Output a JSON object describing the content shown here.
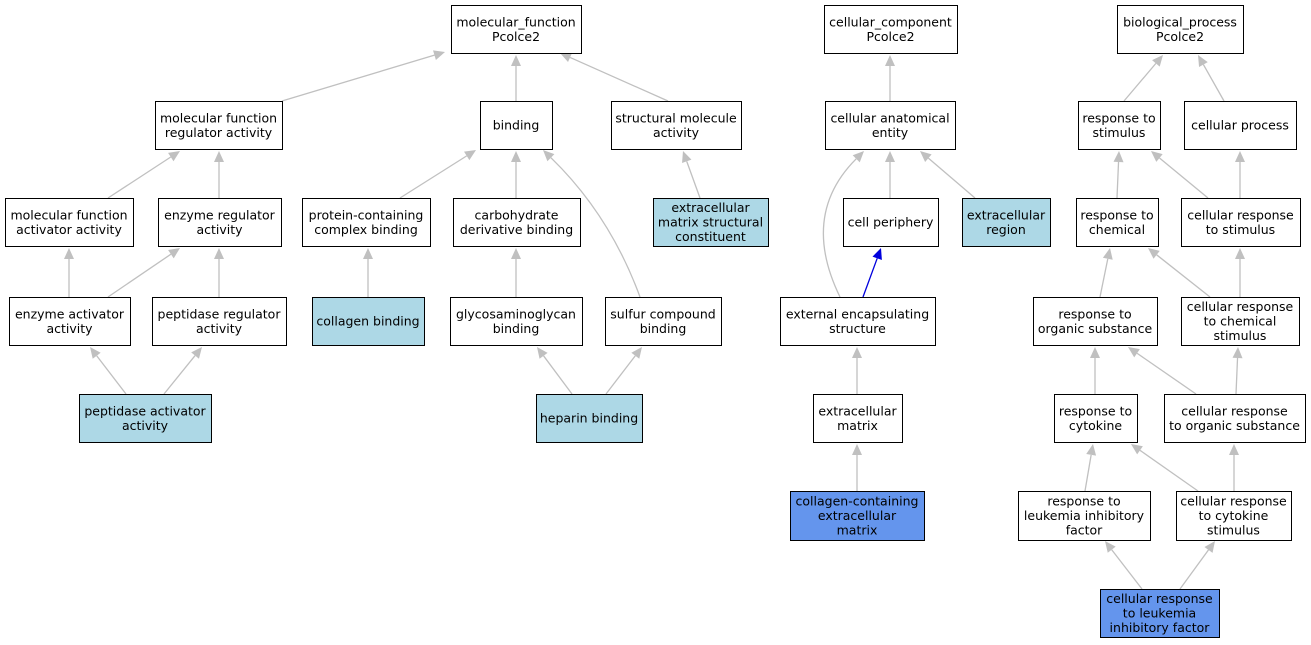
{
  "colors": {
    "default": "#ffffff",
    "light": "#add8e6",
    "highlight": "#6495ed",
    "edge": "#c0c0c0",
    "edge_blue": "#0000dd"
  },
  "nodes": {
    "mf": {
      "lines": [
        "molecular_function",
        "Pcolce2"
      ],
      "fill": "default"
    },
    "mfra": {
      "lines": [
        "molecular function",
        "regulator activity"
      ],
      "fill": "default"
    },
    "binding": {
      "lines": [
        "binding"
      ],
      "fill": "default"
    },
    "sma": {
      "lines": [
        "structural molecule",
        "activity"
      ],
      "fill": "default"
    },
    "mfaa": {
      "lines": [
        "molecular function",
        "activator activity"
      ],
      "fill": "default"
    },
    "era": {
      "lines": [
        "enzyme regulator",
        "activity"
      ],
      "fill": "default"
    },
    "pcb": {
      "lines": [
        "protein-containing",
        "complex binding"
      ],
      "fill": "default"
    },
    "cdb": {
      "lines": [
        "carbohydrate",
        "derivative binding"
      ],
      "fill": "default"
    },
    "emsc": {
      "lines": [
        "extracellular",
        "matrix structural",
        "constituent"
      ],
      "fill": "light"
    },
    "eaa": {
      "lines": [
        "enzyme activator",
        "activity"
      ],
      "fill": "default"
    },
    "pra": {
      "lines": [
        "peptidase regulator",
        "activity"
      ],
      "fill": "default"
    },
    "colb": {
      "lines": [
        "collagen binding"
      ],
      "fill": "light"
    },
    "gagb": {
      "lines": [
        "glycosaminoglycan",
        "binding"
      ],
      "fill": "default"
    },
    "scb": {
      "lines": [
        "sulfur compound",
        "binding"
      ],
      "fill": "default"
    },
    "paa": {
      "lines": [
        "peptidase activator",
        "activity"
      ],
      "fill": "light"
    },
    "hep": {
      "lines": [
        "heparin binding"
      ],
      "fill": "light"
    },
    "cc": {
      "lines": [
        "cellular_component",
        "Pcolce2"
      ],
      "fill": "default"
    },
    "cae": {
      "lines": [
        "cellular anatomical",
        "entity"
      ],
      "fill": "default"
    },
    "cp": {
      "lines": [
        "cell periphery"
      ],
      "fill": "default"
    },
    "er": {
      "lines": [
        "extracellular",
        "region"
      ],
      "fill": "light"
    },
    "ees": {
      "lines": [
        "external encapsulating",
        "structure"
      ],
      "fill": "default"
    },
    "em": {
      "lines": [
        "extracellular",
        "matrix"
      ],
      "fill": "default"
    },
    "ccem": {
      "lines": [
        "collagen-containing",
        "extracellular",
        "matrix"
      ],
      "fill": "highlight"
    },
    "bp": {
      "lines": [
        "biological_process",
        "Pcolce2"
      ],
      "fill": "default"
    },
    "rts": {
      "lines": [
        "response to",
        "stimulus"
      ],
      "fill": "default"
    },
    "cproc": {
      "lines": [
        "cellular process"
      ],
      "fill": "default"
    },
    "rtc": {
      "lines": [
        "response to",
        "chemical"
      ],
      "fill": "default"
    },
    "crts": {
      "lines": [
        "cellular response",
        "to stimulus"
      ],
      "fill": "default"
    },
    "rtos": {
      "lines": [
        "response to",
        "organic substance"
      ],
      "fill": "default"
    },
    "crtcs": {
      "lines": [
        "cellular response",
        "to chemical",
        "stimulus"
      ],
      "fill": "default"
    },
    "rtcy": {
      "lines": [
        "response to",
        "cytokine"
      ],
      "fill": "default"
    },
    "crtos": {
      "lines": [
        "cellular response",
        "to organic substance"
      ],
      "fill": "default"
    },
    "rtlif": {
      "lines": [
        "response to",
        "leukemia inhibitory",
        "factor"
      ],
      "fill": "default"
    },
    "crtcys": {
      "lines": [
        "cellular response",
        "to cytokine",
        "stimulus"
      ],
      "fill": "default"
    },
    "crtlif": {
      "lines": [
        "cellular response",
        "to leukemia",
        "inhibitory factor"
      ],
      "fill": "highlight"
    }
  },
  "edges": [
    {
      "from": "mfra",
      "to": "mf"
    },
    {
      "from": "binding",
      "to": "mf"
    },
    {
      "from": "sma",
      "to": "mf"
    },
    {
      "from": "mfaa",
      "to": "mfra"
    },
    {
      "from": "era",
      "to": "mfra"
    },
    {
      "from": "pcb",
      "to": "binding"
    },
    {
      "from": "cdb",
      "to": "binding"
    },
    {
      "from": "scb",
      "to": "binding"
    },
    {
      "from": "emsc",
      "to": "sma"
    },
    {
      "from": "eaa",
      "to": "mfaa"
    },
    {
      "from": "eaa",
      "to": "era"
    },
    {
      "from": "pra",
      "to": "era"
    },
    {
      "from": "colb",
      "to": "pcb"
    },
    {
      "from": "gagb",
      "to": "cdb"
    },
    {
      "from": "paa",
      "to": "eaa"
    },
    {
      "from": "paa",
      "to": "pra"
    },
    {
      "from": "hep",
      "to": "gagb"
    },
    {
      "from": "hep",
      "to": "scb"
    },
    {
      "from": "cae",
      "to": "cc"
    },
    {
      "from": "cp",
      "to": "cae"
    },
    {
      "from": "er",
      "to": "cae"
    },
    {
      "from": "ees",
      "to": "cae"
    },
    {
      "from": "ees",
      "to": "cp",
      "kind": "blue"
    },
    {
      "from": "em",
      "to": "ees"
    },
    {
      "from": "ccem",
      "to": "em"
    },
    {
      "from": "rts",
      "to": "bp"
    },
    {
      "from": "cproc",
      "to": "bp"
    },
    {
      "from": "rtc",
      "to": "rts"
    },
    {
      "from": "crts",
      "to": "rts"
    },
    {
      "from": "crts",
      "to": "cproc"
    },
    {
      "from": "rtos",
      "to": "rtc"
    },
    {
      "from": "crtcs",
      "to": "rtc"
    },
    {
      "from": "crtcs",
      "to": "crts"
    },
    {
      "from": "rtcy",
      "to": "rtos"
    },
    {
      "from": "crtos",
      "to": "rtos"
    },
    {
      "from": "crtos",
      "to": "crtcs"
    },
    {
      "from": "rtlif",
      "to": "rtcy"
    },
    {
      "from": "crtcys",
      "to": "rtcy"
    },
    {
      "from": "crtcys",
      "to": "crtos"
    },
    {
      "from": "crtlif",
      "to": "rtlif"
    },
    {
      "from": "crtlif",
      "to": "crtcys"
    }
  ]
}
